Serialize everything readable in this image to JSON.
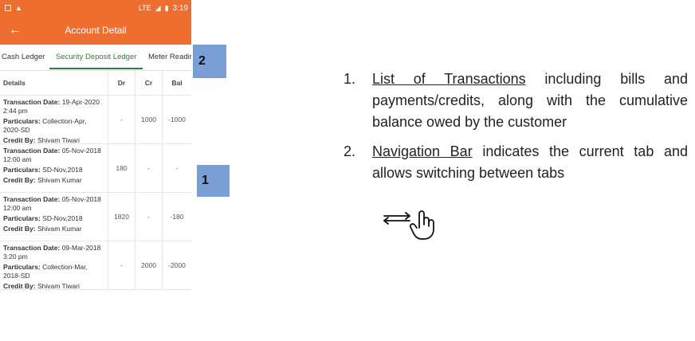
{
  "status_bar": {
    "network_label": "LTE",
    "time": "3:19"
  },
  "app_bar": {
    "title": "Account Detail",
    "back_icon": "arrow-left-icon"
  },
  "tabs": [
    {
      "label": "Cash Ledger",
      "selected": false
    },
    {
      "label": "Security Deposit Ledger",
      "selected": true
    },
    {
      "label": "Meter Readir",
      "selected": false
    }
  ],
  "table": {
    "headers": {
      "details": "Details",
      "dr": "Dr",
      "cr": "Cr",
      "bal": "Bal"
    },
    "labels": {
      "date": "Transaction Date:",
      "particulars": "Particulars:",
      "credit_by": "Credit By:"
    },
    "rows": [
      {
        "date_line1": "19-Apr-2020",
        "date_line2": "2:44 pm",
        "particulars_line1": "Collection-Apr,",
        "particulars_line2": "2020-SD",
        "credit_by": "Shivam Tiwari",
        "dr": "-",
        "cr": "1000",
        "bal": "-1000"
      },
      {
        "date_line1": "05-Nov-2018",
        "date_line2": "12:00 am",
        "particulars_line1": "SD-Nov,2018",
        "particulars_line2": "",
        "credit_by": "Shivam Kumar",
        "dr": "180",
        "cr": "-",
        "bal": "-"
      },
      {
        "date_line1": "05-Nov-2018",
        "date_line2": "12:00 am",
        "particulars_line1": "SD-Nov,2018",
        "particulars_line2": "",
        "credit_by": "Shivam Kumar",
        "dr": "1820",
        "cr": "-",
        "bal": "-180"
      },
      {
        "date_line1": "09-Mar-2018",
        "date_line2": "3:20 pm",
        "particulars_line1": "Collection-Mar,",
        "particulars_line2": "2018-SD",
        "credit_by": "Shivam Tiwari",
        "dr": "-",
        "cr": "2000",
        "bal": "-2000"
      }
    ]
  },
  "callouts": {
    "tabs_marker": "2",
    "list_marker": "1"
  },
  "description": {
    "item1": {
      "num": "1.",
      "title": "List of Transactions",
      "text": " including bills and payments/credits, along with the cumulative balance owed by the customer"
    },
    "item2": {
      "num": "2.",
      "title": "Navigation Bar",
      "text": " indicates the current tab and allows switching between tabs"
    }
  },
  "gesture_icon": "swipe-hand-icon",
  "colors": {
    "accent": "#ee6e2f",
    "tab_active": "#2e7d32",
    "callout": "#7a9fd6"
  }
}
